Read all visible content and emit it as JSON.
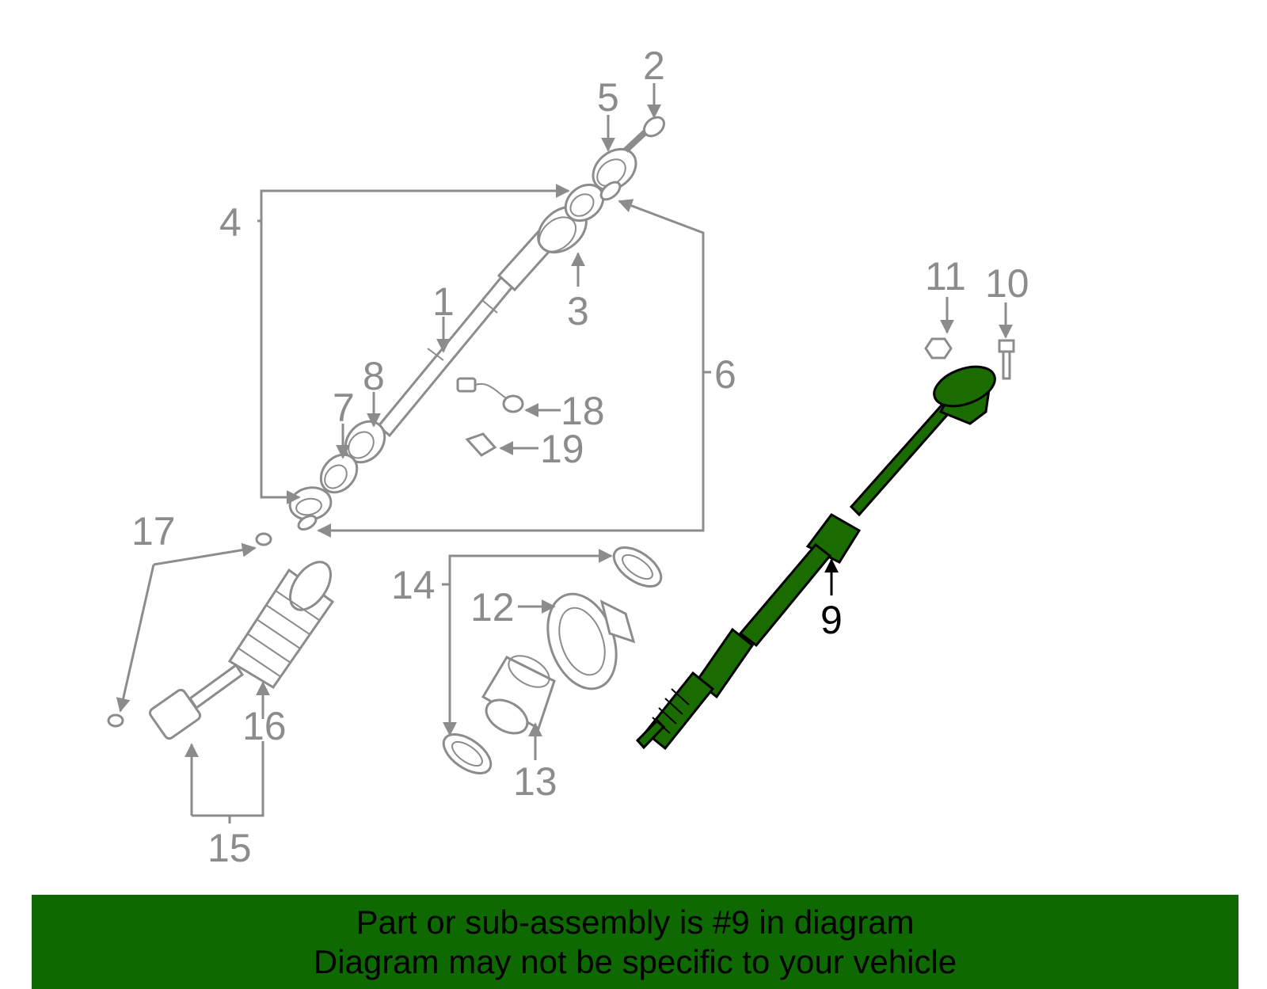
{
  "callouts": {
    "c1": "1",
    "c2": "2",
    "c3": "3",
    "c4": "4",
    "c5": "5",
    "c6": "6",
    "c7": "7",
    "c8": "8",
    "c9": "9",
    "c10": "10",
    "c11": "11",
    "c12": "12",
    "c13": "13",
    "c14": "14",
    "c15": "15",
    "c16": "16",
    "c17": "17",
    "c18": "18",
    "c19": "19"
  },
  "highlighted_part": "9",
  "banner": {
    "line1": "Part or sub-assembly is #9 in diagram",
    "line2": "Diagram may not be specific to your vehicle"
  },
  "colors": {
    "highlight_fill": "#1a6b00",
    "banner_bg": "#0e6a00",
    "line_gray": "#8c8c8c"
  }
}
